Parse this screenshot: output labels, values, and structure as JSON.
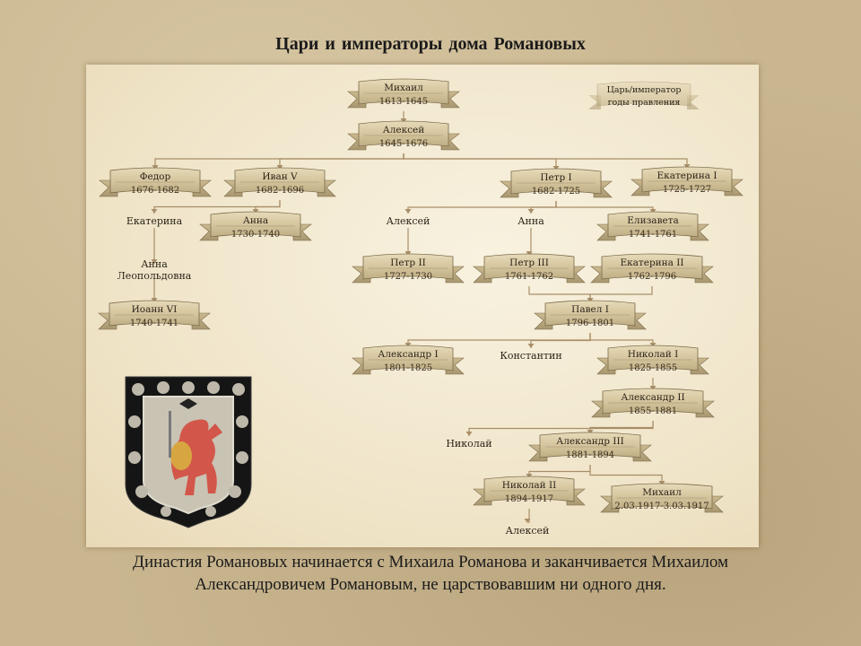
{
  "title": "Цари и императоры  дома   Романовых",
  "caption_line1": "Династия Романовых начинается с Михаила Романова и заканчивается Михаилом",
  "caption_line2": "Александровичем Романовым, не царствовавшим ни одного дня.",
  "legend": {
    "name": "Царь/император",
    "years": "годы правления"
  },
  "colors": {
    "banner": "#d8c9a3",
    "banner_edge": "#8a7a58",
    "connector": "#a88e68",
    "panel": "#f3ead4",
    "background": "#c9b68f"
  },
  "coat_of_arms": {
    "icon": "griffin-coat-of-arms-icon"
  },
  "rulers": [
    {
      "id": "mikhail",
      "name": "Михаил",
      "years": "1613-1645"
    },
    {
      "id": "alexei",
      "name": "Алексей",
      "years": "1645-1676"
    },
    {
      "id": "fedor",
      "name": "Федор",
      "years": "1676-1682"
    },
    {
      "id": "ivan5",
      "name": "Иван V",
      "years": "1682-1696"
    },
    {
      "id": "petr1",
      "name": "Петр I",
      "years": "1682-1725"
    },
    {
      "id": "ekaterina1",
      "name": "Екатерина I",
      "years": "1725-1727"
    },
    {
      "id": "anna",
      "name": "Анна",
      "years": "1730-1740"
    },
    {
      "id": "elizaveta",
      "name": "Елизавета",
      "years": "1741-1761"
    },
    {
      "id": "petr2",
      "name": "Петр II",
      "years": "1727-1730"
    },
    {
      "id": "petr3",
      "name": "Петр III",
      "years": "1761-1762"
    },
    {
      "id": "ekaterina2",
      "name": "Екатерина II",
      "years": "1762-1796"
    },
    {
      "id": "ioann6",
      "name": "Иоанн VI",
      "years": "1740-1741"
    },
    {
      "id": "pavel1",
      "name": "Павел I",
      "years": "1796-1801"
    },
    {
      "id": "alexandr1",
      "name": "Александр I",
      "years": "1801-1825"
    },
    {
      "id": "nikolai1",
      "name": "Николай I",
      "years": "1825-1855"
    },
    {
      "id": "alexandr2",
      "name": "Александр II",
      "years": "1855-1881"
    },
    {
      "id": "alexandr3",
      "name": "Александр III",
      "years": "1881-1894"
    },
    {
      "id": "nikolai2",
      "name": "Николай II",
      "years": "1894-1917"
    },
    {
      "id": "mikhail2",
      "name": "Михаил",
      "years": "2.03.1917-3.03.1917"
    }
  ],
  "non_rulers": [
    {
      "id": "ekaterina_i",
      "name": "Екатерина"
    },
    {
      "id": "anna_l",
      "name": "Анна Леопольдовна"
    },
    {
      "id": "alexei_p",
      "name": "Алексей"
    },
    {
      "id": "anna_p",
      "name": "Анна"
    },
    {
      "id": "konstantin",
      "name": "Константин"
    },
    {
      "id": "nikolai_a",
      "name": "Николай"
    },
    {
      "id": "alexei_n",
      "name": "Алексей"
    }
  ],
  "edges": [
    [
      "mikhail",
      "alexei"
    ],
    [
      "alexei",
      "fedor"
    ],
    [
      "alexei",
      "ivan5"
    ],
    [
      "alexei",
      "petr1"
    ],
    [
      "alexei",
      "ekaterina1"
    ],
    [
      "ivan5",
      "anna"
    ],
    [
      "ivan5",
      "ekaterina_i"
    ],
    [
      "ekaterina_i",
      "anna_l"
    ],
    [
      "anna_l",
      "ioann6"
    ],
    [
      "petr1",
      "alexei_p"
    ],
    [
      "petr1",
      "anna_p"
    ],
    [
      "petr1",
      "elizaveta"
    ],
    [
      "alexei_p",
      "petr2"
    ],
    [
      "anna_p",
      "petr3"
    ],
    [
      "petr3",
      "pavel1"
    ],
    [
      "ekaterina2",
      "pavel1"
    ],
    [
      "pavel1",
      "alexandr1"
    ],
    [
      "pavel1",
      "konstantin"
    ],
    [
      "pavel1",
      "nikolai1"
    ],
    [
      "nikolai1",
      "alexandr2"
    ],
    [
      "alexandr2",
      "nikolai_a"
    ],
    [
      "alexandr2",
      "alexandr3"
    ],
    [
      "alexandr3",
      "nikolai2"
    ],
    [
      "alexandr3",
      "mikhail2"
    ],
    [
      "nikolai2",
      "alexei_n"
    ]
  ]
}
